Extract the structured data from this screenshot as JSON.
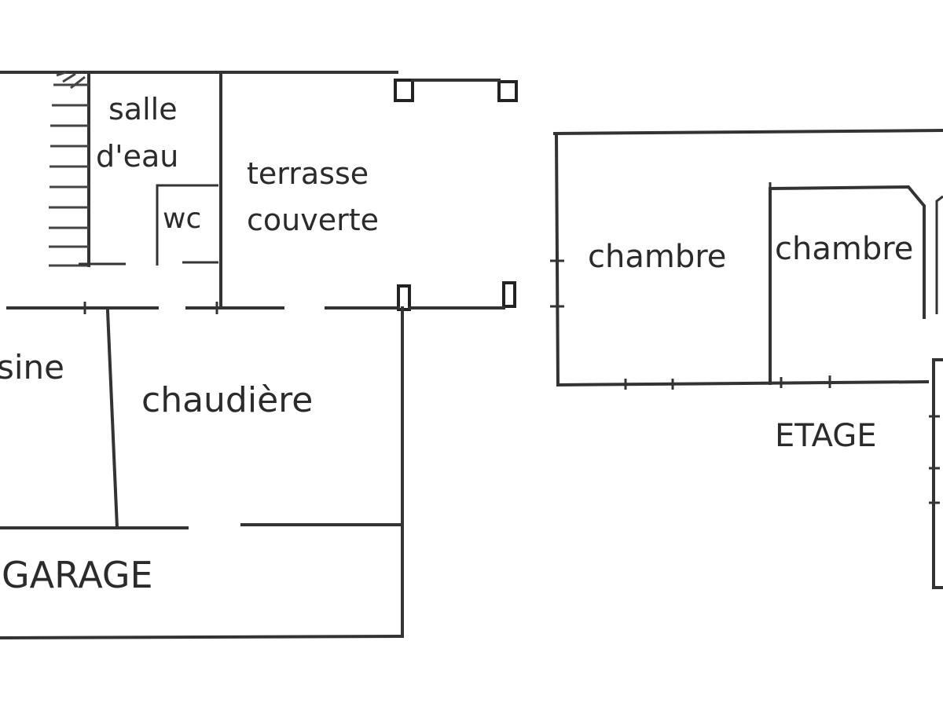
{
  "rooms": {
    "salle_line1": "salle",
    "salle_line2": "d'eau",
    "wc": "wc",
    "terrasse_line1": "terrasse",
    "terrasse_line2": "couverte",
    "cuisine": "sine",
    "chaudiere": "chaudière",
    "garage": "GARAGE",
    "chambre_1": "chambre",
    "chambre_2": "chambre"
  },
  "levels": {
    "etage": "ETAGE"
  },
  "colors": {
    "line": "#333333",
    "text": "#2b2b2b",
    "background": "#ffffff"
  }
}
